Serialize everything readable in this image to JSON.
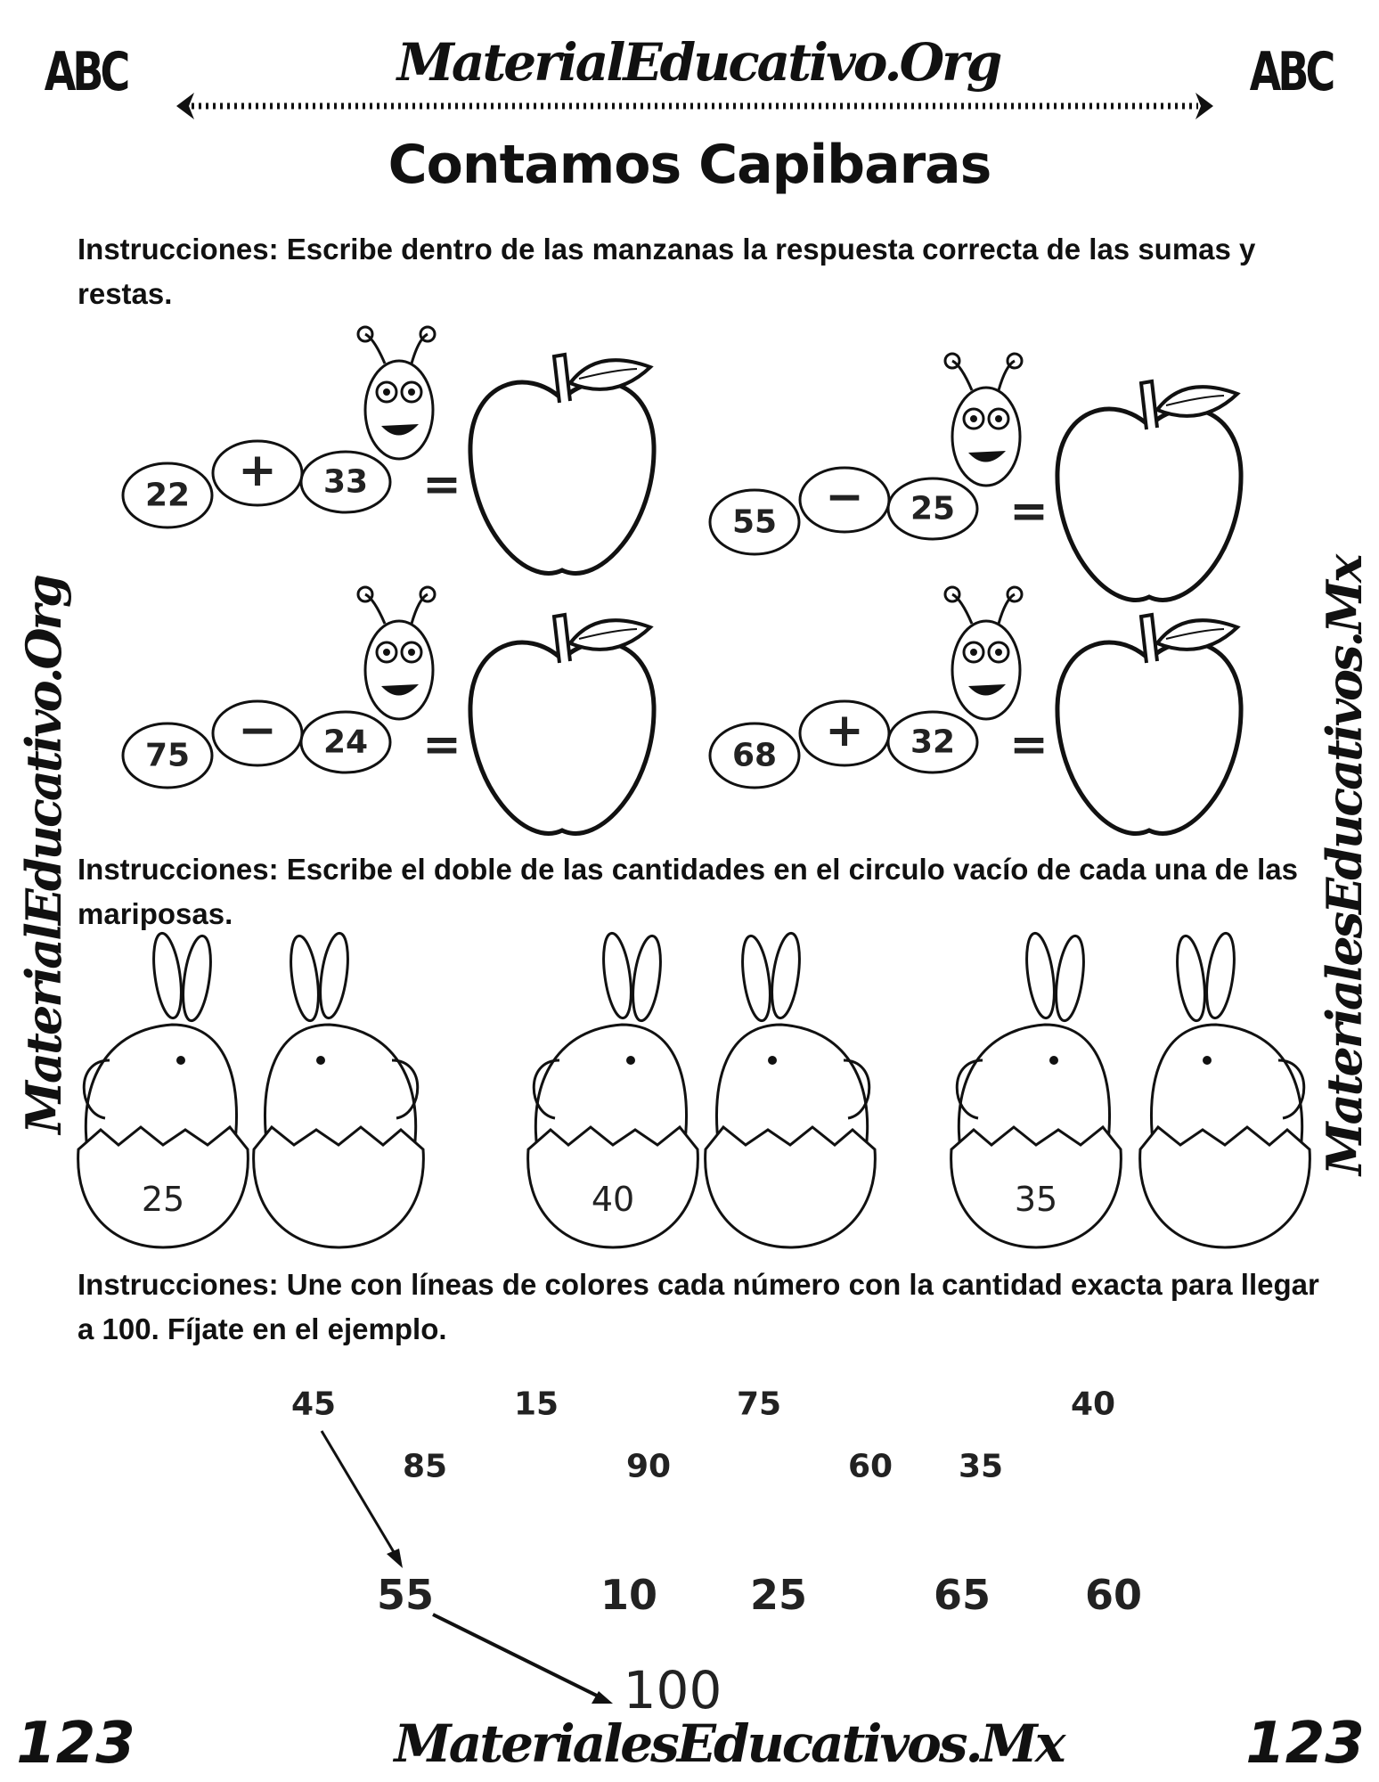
{
  "header": {
    "site": "MaterialEducativo.Org",
    "logo_left": "ABC",
    "logo_right": "ABC"
  },
  "title": "Contamos Capibaras",
  "side_left": "MaterialEducativo.Org",
  "side_right": "MaterialesEducativos.Mx",
  "section1": {
    "instructions": "Instrucciones: Escribe dentro de las manzanas la respuesta correcta de las sumas y restas.",
    "problems": [
      {
        "a": "22",
        "op": "+",
        "b": "33",
        "eq": "="
      },
      {
        "a": "55",
        "op": "−",
        "b": "25",
        "eq": "="
      },
      {
        "a": "75",
        "op": "−",
        "b": "24",
        "eq": "="
      },
      {
        "a": "68",
        "op": "+",
        "b": "32",
        "eq": "="
      }
    ]
  },
  "section2": {
    "instructions": "Instrucciones: Escribe el doble de las cantidades en el circulo vacío de cada una de las mariposas.",
    "values": [
      "25",
      "40",
      "35"
    ]
  },
  "section3": {
    "instructions": "Instrucciones: Une con líneas de colores cada número con la cantidad exacta para llegar a 100. Fíjate en el ejemplo.",
    "row1": [
      "45",
      "15",
      "75",
      "40"
    ],
    "row2": [
      "85",
      "90",
      "60",
      "35"
    ],
    "row3": [
      "55",
      "10",
      "25",
      "65",
      "60"
    ],
    "target": "100"
  },
  "footer": {
    "site": "MaterialesEducativos.Mx",
    "left_badge": "123",
    "right_badge": "123"
  }
}
